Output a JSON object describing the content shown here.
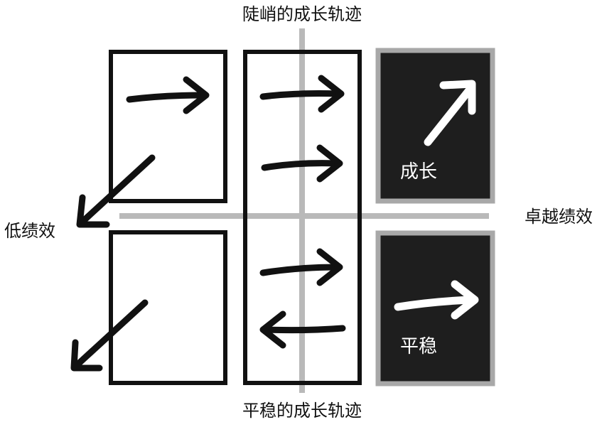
{
  "labels": {
    "top_axis": "陡峭的成长轨迹",
    "bottom_axis": "平稳的成长轨迹",
    "left_axis": "低绩效",
    "right_axis": "卓越绩效",
    "box_growth": "成长",
    "box_steady": "平稳"
  },
  "colors": {
    "axis": "#b9b9b9",
    "frame": "#111111",
    "dark_box": "#1e1e1e",
    "dark_box_border": "#a8a8a8",
    "arrow_dark": "#111111",
    "arrow_light": "#ffffff"
  }
}
